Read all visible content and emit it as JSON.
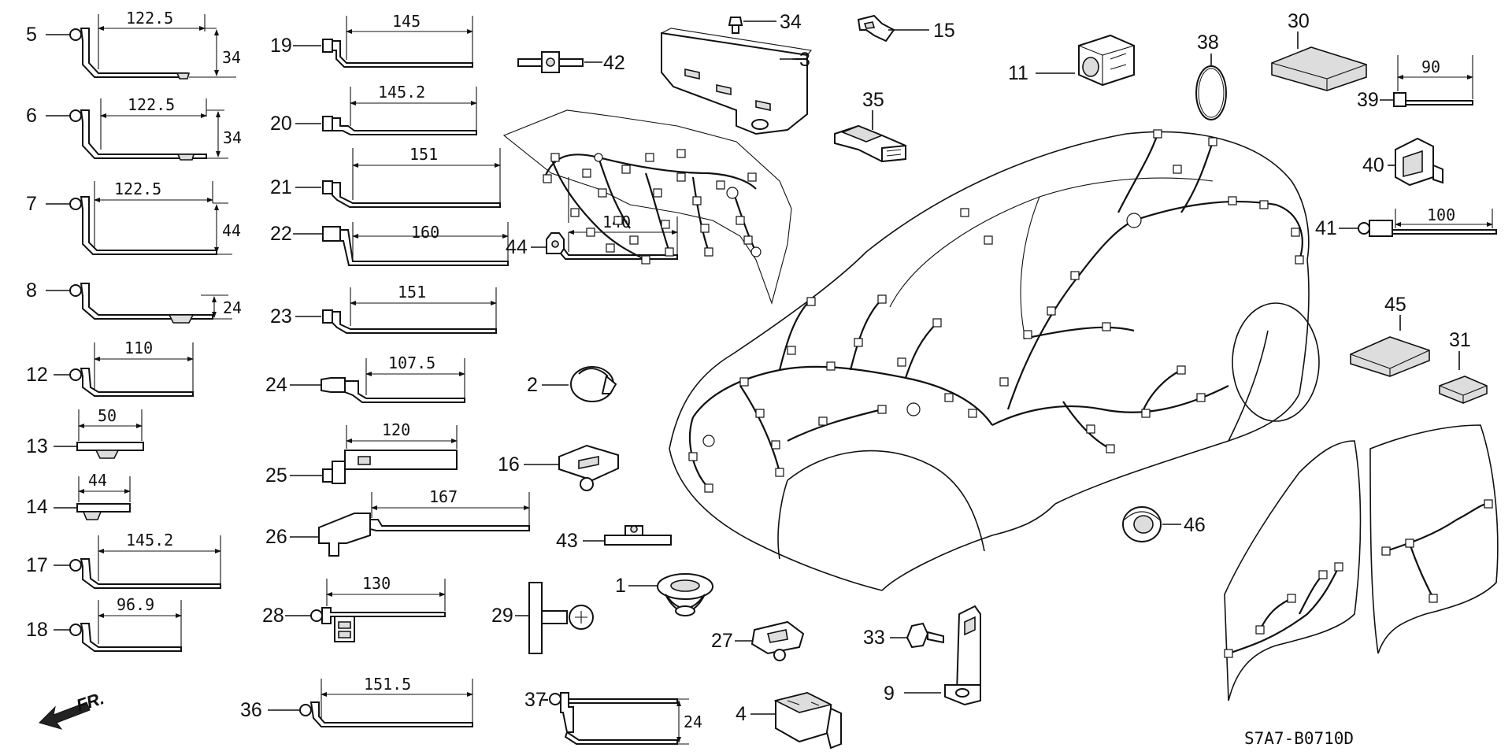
{
  "diagram_code": "S7A7-B0710D",
  "direction_label": "FR.",
  "callouts": {
    "p1": "1",
    "p2": "2",
    "p3": "3",
    "p4": "4",
    "p5": "5",
    "p6": "6",
    "p7": "7",
    "p8": "8",
    "p9": "9",
    "p11": "11",
    "p12": "12",
    "p13": "13",
    "p14": "14",
    "p15": "15",
    "p16": "16",
    "p17": "17",
    "p18": "18",
    "p19": "19",
    "p20": "20",
    "p21": "21",
    "p22": "22",
    "p23": "23",
    "p24": "24",
    "p25": "25",
    "p26": "26",
    "p27": "27",
    "p28": "28",
    "p29": "29",
    "p30": "30",
    "p31": "31",
    "p33": "33",
    "p34": "34",
    "p35": "35",
    "p36": "36",
    "p37": "37",
    "p38": "38",
    "p39": "39",
    "p40": "40",
    "p41": "41",
    "p42": "42",
    "p43": "43",
    "p44": "44",
    "p45": "45",
    "p46": "46"
  },
  "dimensions": {
    "p5_len": "122.5",
    "p5_h": "34",
    "p6_len": "122.5",
    "p6_h": "34",
    "p7_len": "122.5",
    "p7_h": "44",
    "p8_h": "24",
    "p12_len": "110",
    "p13_len": "50",
    "p14_len": "44",
    "p17_len": "145.2",
    "p18_len": "96.9",
    "p19_len": "145",
    "p20_len": "145.2",
    "p21_len": "151",
    "p22_len": "160",
    "p23_len": "151",
    "p24_len": "107.5",
    "p25_len": "120",
    "p26_len": "167",
    "p28_len": "130",
    "p36_len": "151.5",
    "p37_h": "24",
    "p39_len": "90",
    "p41_len": "100",
    "p44_len": "140"
  }
}
